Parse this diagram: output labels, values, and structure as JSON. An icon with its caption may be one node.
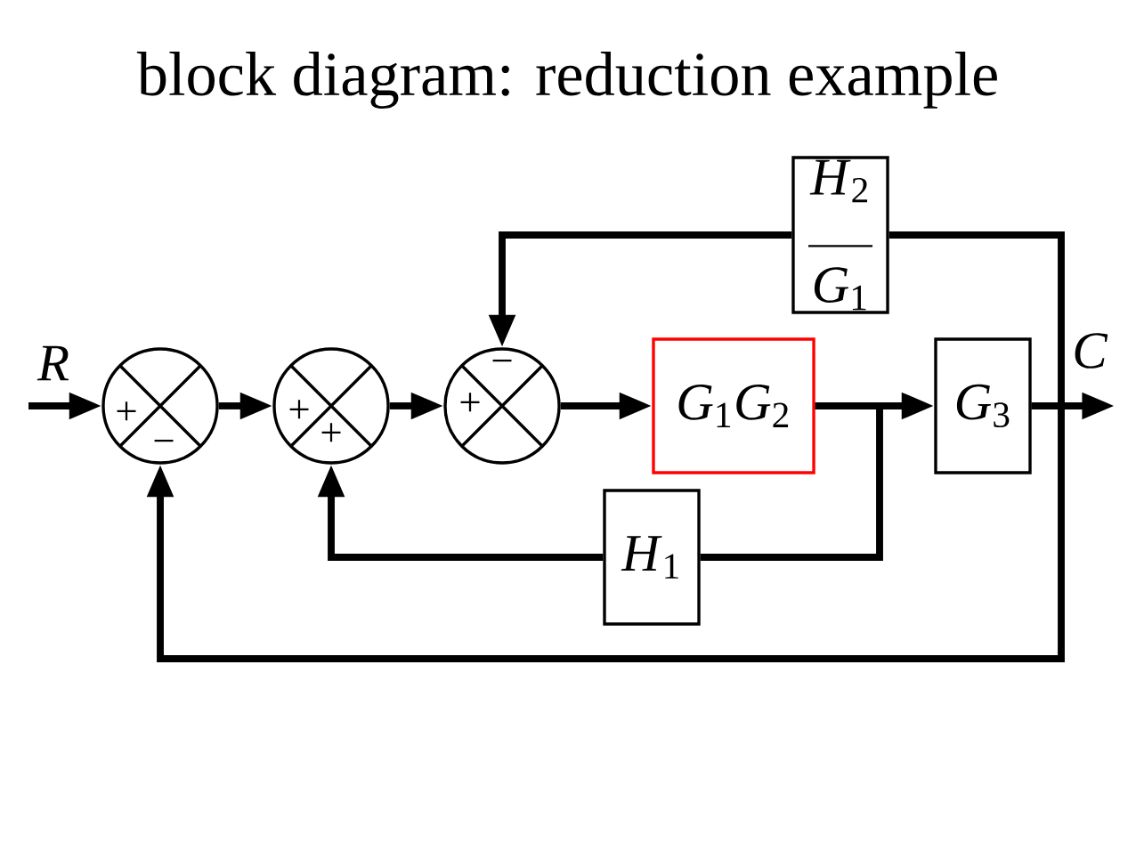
{
  "diagram": {
    "title": "block diagram: reduction example",
    "nodes": [
      {
        "text": [
          "+",
          "−"
        ]
      },
      {
        "text": [
          "+",
          "+"
        ]
      },
      {
        "text": [
          "−",
          "+"
        ]
      },
      {
        "text": [
          "*G*$_{1}$*G*$_{2}$"
        ]
      },
      {
        "text": [
          "*G*$_{3}$"
        ]
      },
      {
        "text": [
          "*H*$_{1}$"
        ]
      },
      {
        "text": [
          "*H*$_{2}$",
          "*G*$_{1}$"
        ]
      }
    ],
    "edges": [
      {
        "from": null,
        "to": 0,
        "arrow": "to",
        "label": "R"
      },
      {
        "from": 0,
        "to": 1,
        "arrow": "to"
      },
      {
        "from": 1,
        "to": 2,
        "arrow": "to"
      },
      {
        "from": 2,
        "to": 3,
        "arrow": "to"
      },
      {
        "from": 3,
        "to": 4,
        "arrow": "to"
      },
      {
        "from": 3,
        "to": 5,
        "arrow": "none"
      },
      {
        "from": 5,
        "to": 1,
        "arrow": "to"
      },
      {
        "from": 4,
        "to": null,
        "arrow": "to",
        "label": "C"
      },
      {
        "from": 4,
        "to": 6,
        "arrow": "none"
      },
      {
        "from": 6,
        "to": 2,
        "arrow": "to"
      },
      {
        "from": 4,
        "to": 0,
        "arrow": "to"
      }
    ]
  }
}
